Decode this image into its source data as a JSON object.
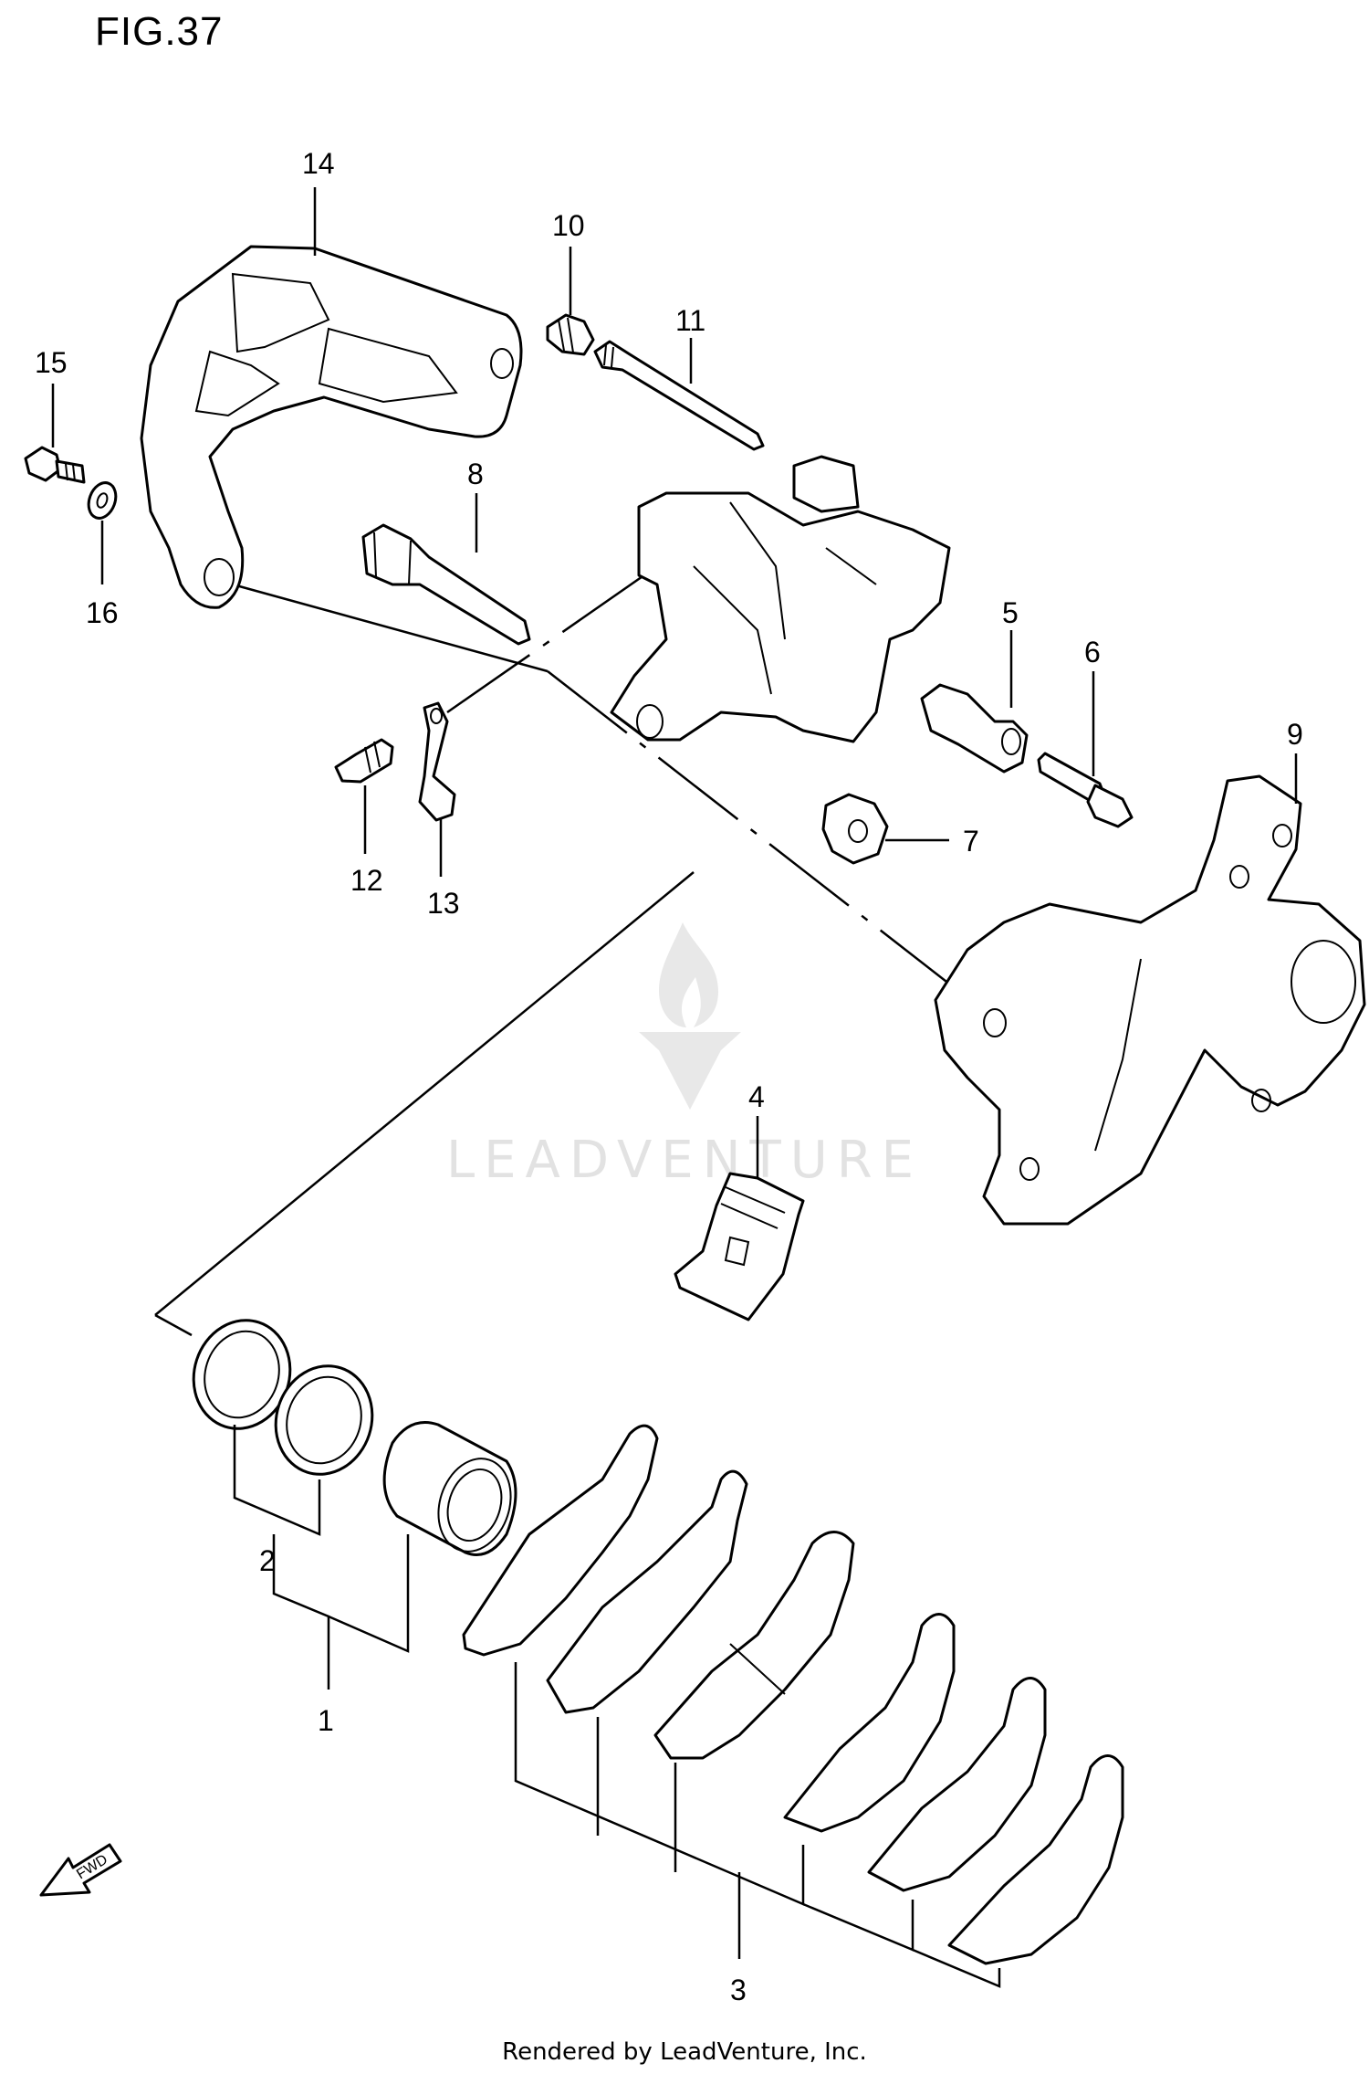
{
  "figure": {
    "title": "FIG.37"
  },
  "watermark": {
    "text": "LEADVENTURE"
  },
  "footer": {
    "text": "Rendered by LeadVenture, Inc."
  },
  "direction_arrow": {
    "label": "FWD"
  },
  "callouts": {
    "c1": "1",
    "c2": "2",
    "c3": "3",
    "c4": "4",
    "c5": "5",
    "c6": "6",
    "c7": "7",
    "c8": "8",
    "c9": "9",
    "c10": "10",
    "c11": "11",
    "c12": "12",
    "c13": "13",
    "c14": "14",
    "c15": "15",
    "c16": "16"
  }
}
